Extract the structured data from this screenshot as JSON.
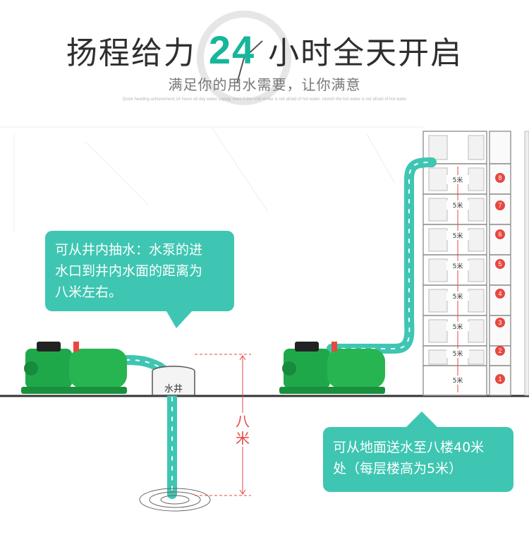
{
  "header": {
    "title_before": "扬程给力",
    "title_number": "24",
    "title_after": "小时全天开启",
    "subtitle": "满足你的用水需要，让你满意",
    "tiny_english": "Quick heading achievement 24 hours all day water supply, even if the cold winter is not afraid of hot water, stretch the hot water is not afraid of hot water"
  },
  "callouts": {
    "left_text_line1": "可从井内抽水：水泵的进",
    "left_text_line2": "水口到井内水面的距离为",
    "left_text_line3": "八米左右。",
    "right_text_line1": "可从地面送水至八楼40米",
    "right_text_line2": "处（每层楼高为5米）"
  },
  "labels": {
    "well": "水井",
    "eight_meters": "八米",
    "floor_height": "5米"
  },
  "building": {
    "floor_numbers": [
      "1",
      "2",
      "3",
      "4",
      "5",
      "6",
      "7",
      "8"
    ]
  },
  "colors": {
    "accent": "#16b69a",
    "callout": "#3ec6b2",
    "pump_green": "#1fa84a",
    "measure_red": "#e8473f"
  }
}
